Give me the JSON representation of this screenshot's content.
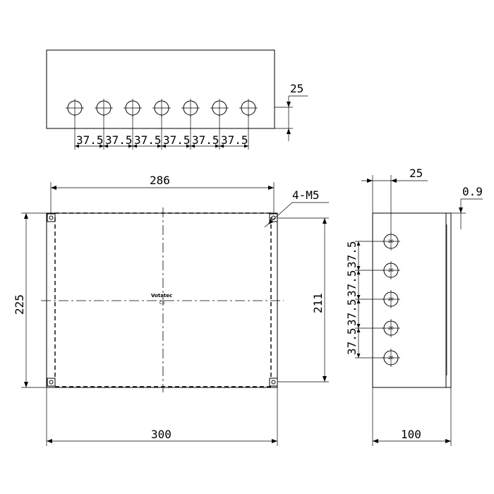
{
  "dimensions": {
    "top_offset": "25",
    "hole_pitch": "37.5",
    "inner_width": "286",
    "thread": "4-M5",
    "height_outer": "225",
    "height_inner": "211",
    "width_outer": "300",
    "side_offset": "25",
    "wall_thickness": "0.9",
    "depth": "100"
  },
  "hole_label": "20",
  "brand": "Votatec"
}
